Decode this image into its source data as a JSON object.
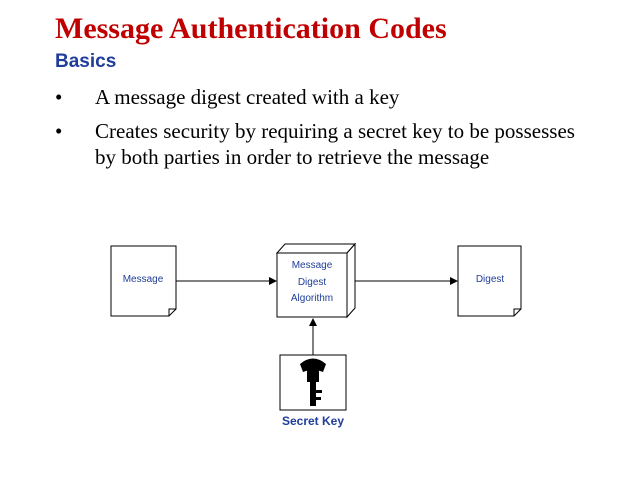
{
  "slide": {
    "title": "Message Authentication Codes",
    "subtitle": "Basics",
    "bullets": [
      "A message digest created with a key",
      "Creates security by requiring a secret key to be possesses by both parties in order to retrieve the message"
    ],
    "bullet_symbol": "•"
  },
  "diagram": {
    "message_label": "Message",
    "algorithm_label_lines": [
      "Message",
      "Digest",
      "Algorithm"
    ],
    "digest_label": "Digest",
    "key_label": "Secret Key",
    "label_color": "#1f3d99",
    "title_color": "#c00000"
  }
}
